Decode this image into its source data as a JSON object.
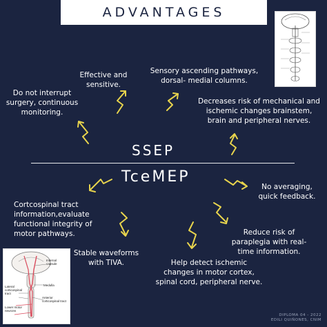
{
  "title": "ADVANTAGES",
  "ssep": {
    "heading": "SSEP",
    "items": [
      "Do not interrupt\nsurgery, continuous\nmonitoring.",
      "Effective and\nsensitive.",
      "Sensory ascending pathways,\ndorsal- medial columns.",
      "Decreases risk of mechanical and\nischemic changes brainstem,\nbrain and peripheral nerves."
    ]
  },
  "tcemep": {
    "heading": "TceMEP",
    "items": [
      "Cortcospinal tract\ninformation,evaluate\nfunctional integrity of\nmotor pathways.",
      "Stable waveforms\nwith TIVA.",
      "Help detect ischemic\nchanges in motor cortex,\nspinal cord, peripheral nerve.",
      "Reduce risk of\nparaplegia with real-\ntime information.",
      "No averaging,\nquick feedback."
    ]
  },
  "figure_bottom_labels": [
    "Internal\ncapsule",
    "Medulla",
    "Lateral\ncorticospinal\ntract",
    "Anterior\ncorticospinal tract",
    "Lower motor\nneurons"
  ],
  "footer": "DIPLOMA 04 - 2022\nEDILI QUIÑONES, CNIM",
  "colors": {
    "background": "#1b2440",
    "text": "#ffffff",
    "arrow": "#e8d44d",
    "title_box": "#ffffff",
    "tract": "#d94b5c"
  },
  "icons": [
    "squiggle-arrow-icon"
  ]
}
